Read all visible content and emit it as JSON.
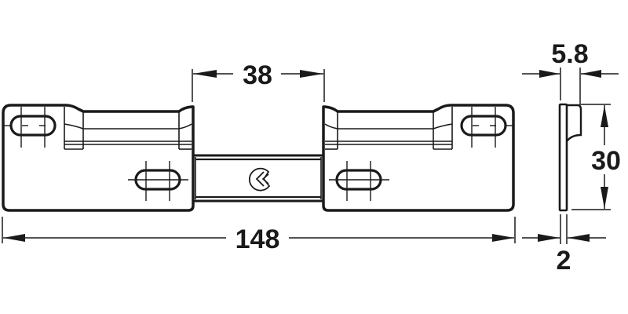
{
  "diagram": {
    "type": "technical-drawing",
    "subject": "mounting bracket, front and side views",
    "colors": {
      "line": "#1a1a1a",
      "background": "#ffffff"
    },
    "dimensions": {
      "overall_length": "148",
      "center_gap": "38",
      "hook_depth": "5.8",
      "height": "30",
      "thickness": "2"
    },
    "icons": {
      "logo": "hafele-logo-icon"
    }
  }
}
